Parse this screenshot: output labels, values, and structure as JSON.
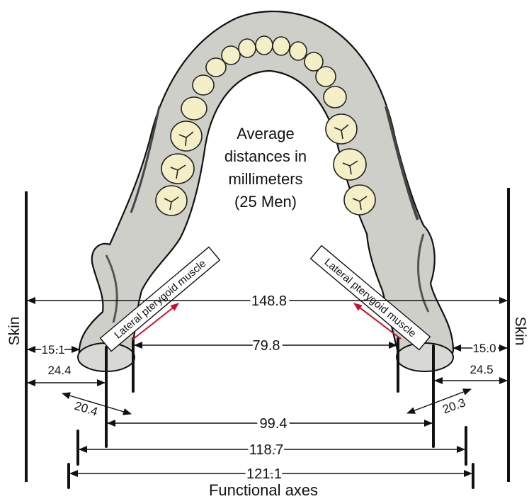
{
  "caption": {
    "line1": "Average",
    "line2": "distances in",
    "line3": "millimeters",
    "line4": "(25 Men)"
  },
  "labels": {
    "skin_left": "Skin",
    "skin_right": "Skin",
    "muscle_left": "Lateral pterygoid muscle",
    "muscle_right": "Lateral pterygoid muscle",
    "functional_axes": "Functional axes"
  },
  "measurements": {
    "skin_to_skin": "148.8",
    "medial_span": "79.8",
    "left_upper": "15.1",
    "right_upper": "15.0",
    "left_lower": "24.4",
    "right_lower": "24.5",
    "left_diagonal": "20.4",
    "right_diagonal": "20.3",
    "axis_span_1": "99.4",
    "axis_span_2": "118.7",
    "axis_span_3": "121.1"
  },
  "colors": {
    "bone": "#cfcfca",
    "teeth": "#f4efc6",
    "muscle_arrow": "#c8102e"
  }
}
